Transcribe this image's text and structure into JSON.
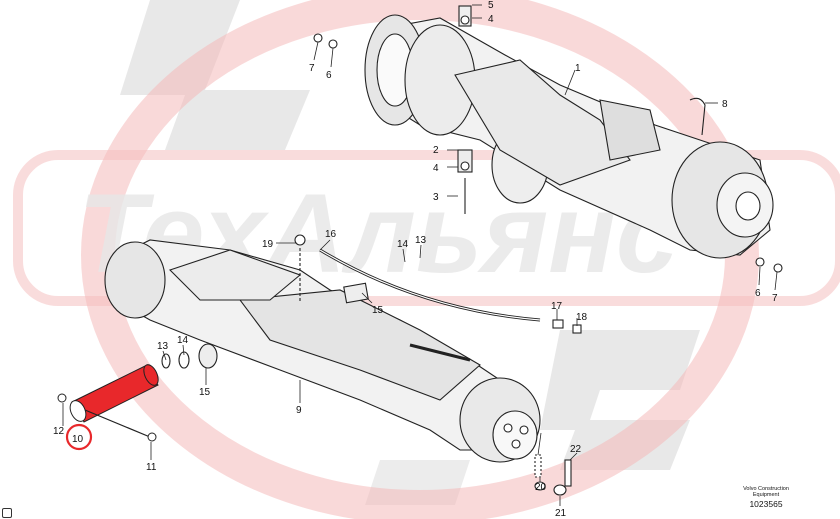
{
  "watermark": {
    "text": "ТехАльянс",
    "color": "#e23b3b",
    "shadow_color": "#c8c8c8"
  },
  "diagram": {
    "highlight_color": "#e8282b",
    "labels": {
      "l1": "1",
      "l2": "2",
      "l3": "3",
      "l4a": "4",
      "l4b": "4",
      "l5": "5",
      "l6a": "6",
      "l6b": "6",
      "l7a": "7",
      "l7b": "7",
      "l8": "8",
      "l9": "9",
      "l10": "10",
      "l11": "11",
      "l12": "12",
      "l13a": "13",
      "l13b": "13",
      "l14": "14",
      "l15": "15",
      "l16": "16",
      "l17": "17",
      "l18": "18",
      "l19": "19",
      "l20": "20",
      "l21": "21",
      "l22": "22"
    }
  },
  "footer": {
    "line1": "Volvo Construction",
    "line2": "Equipment",
    "doc_number": "1023565"
  }
}
